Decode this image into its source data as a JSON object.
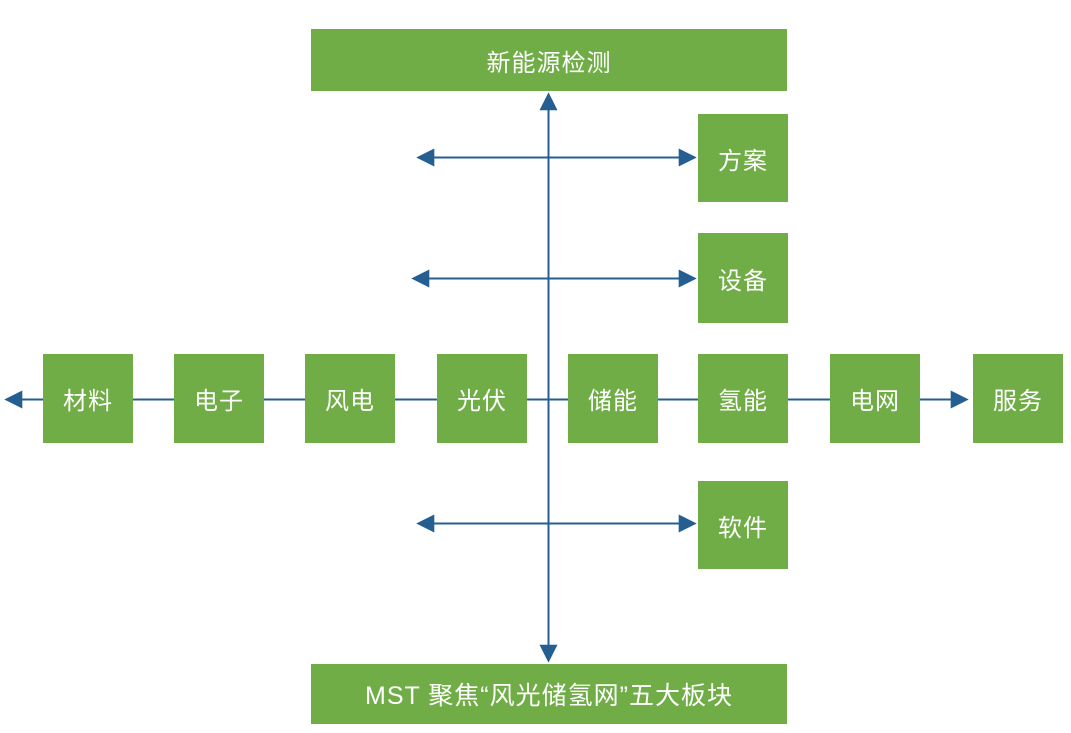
{
  "diagram": {
    "top_node": "新能源检测",
    "bottom_node": "MST 聚焦“风光储氢网”五大板块",
    "main_row_nodes": [
      "材料",
      "电子",
      "风电",
      "光伏",
      "储能",
      "氢能",
      "电网",
      "服务"
    ],
    "side_nodes": [
      "方案",
      "设备",
      "软件"
    ],
    "colors": {
      "node_green": "#70AD47",
      "connector_blue": "#255E91",
      "node_text": "#FFFFFF",
      "background": "#FFFFFF"
    }
  }
}
